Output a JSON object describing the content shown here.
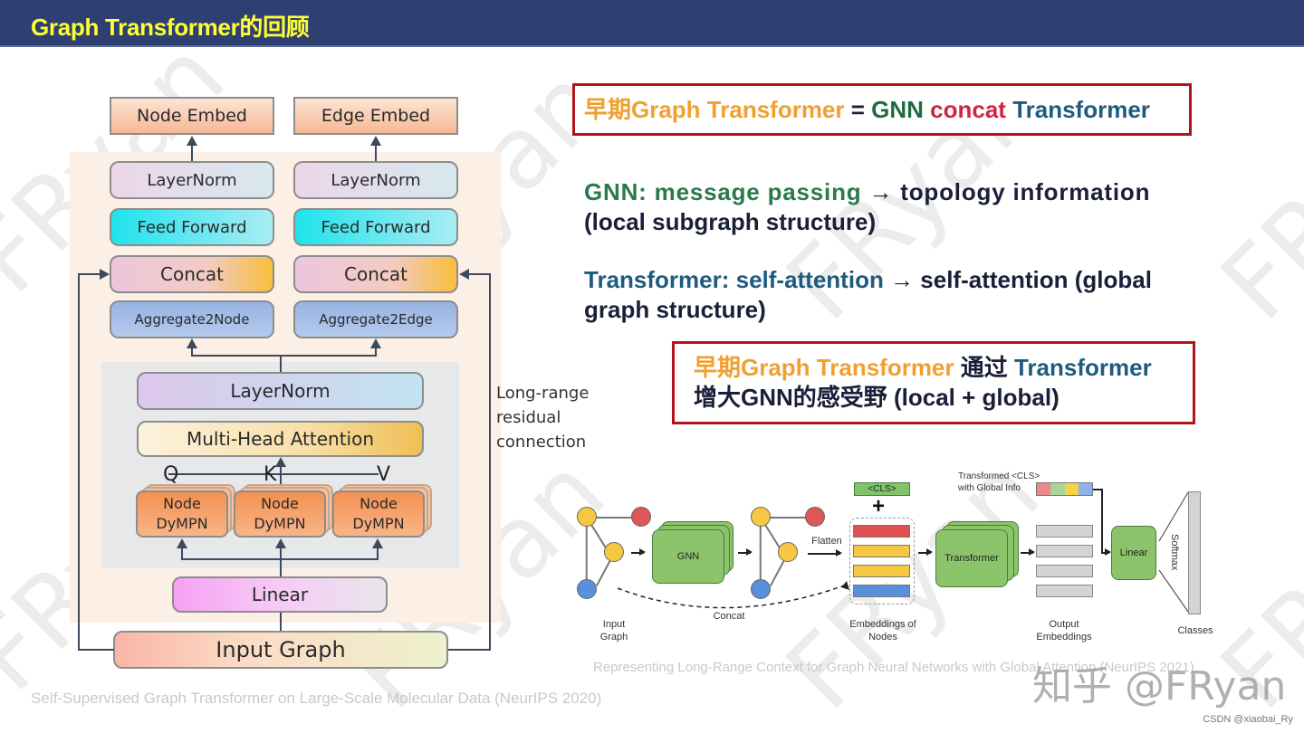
{
  "header": {
    "title": "Graph Transformer的回顾",
    "bg_color": "#2e3f72",
    "title_color": "#ffff33"
  },
  "left_diagram": {
    "node_embed": "Node Embed",
    "edge_embed": "Edge Embed",
    "node_branch": {
      "layernorm": "LayerNorm",
      "feed_forward": "Feed Forward",
      "concat": "Concat",
      "aggregate": "Aggregate2Node"
    },
    "edge_branch": {
      "layernorm": "LayerNorm",
      "feed_forward": "Feed Forward",
      "concat": "Concat",
      "aggregate": "Aggregate2Edge"
    },
    "shared": {
      "layernorm": "LayerNorm",
      "mha": "Multi-Head Attention"
    },
    "qkv": [
      "Q",
      "K",
      "V"
    ],
    "dympn": [
      {
        "line1": "Node",
        "line2": "DyMPN"
      },
      {
        "line1": "Node",
        "line2": "DyMPN"
      },
      {
        "line1": "Node",
        "line2": "DyMPN"
      }
    ],
    "linear": "Linear",
    "input_graph": "Input Graph",
    "residual_label": [
      "Long-range",
      "residual",
      "connection"
    ],
    "citation": "Self-Supervised Graph Transformer on Large-Scale Molecular Data (NeurIPS 2020)"
  },
  "right_text": {
    "formula": {
      "part1": "早期Graph Transformer",
      "eq": " = ",
      "gnn": "GNN",
      "concat": " concat ",
      "transformer": "Transformer"
    },
    "gnn_line": {
      "label": "GNN: message passing",
      "arrow": " → ",
      "rest1": "topology information",
      "rest2": "(local subgraph structure)"
    },
    "transformer_line": {
      "label": "Transformer: self-attention",
      "arrow": " → ",
      "rest1": "self-attention (global",
      "rest2": "graph structure)"
    },
    "summary": {
      "part1": "早期Graph Transformer",
      "part2": " 通过 ",
      "part3": "Transformer",
      "line2": "增大GNN的感受野   (local + global)"
    }
  },
  "right_diagram": {
    "gnn": "GNN",
    "flatten": "Flatten",
    "cls": "<CLS>",
    "plus": "+",
    "concat": "Concat",
    "transformer": "Transformer",
    "transformed_cls": [
      "Transformed <CLS>",
      "with Global Info"
    ],
    "linear": "Linear",
    "softmax": "Softmax",
    "labels": {
      "input_graph": [
        "Input",
        "Graph"
      ],
      "embeddings": [
        "Embeddings of",
        "Nodes"
      ],
      "output": [
        "Output",
        "Embeddings"
      ],
      "classes": "Classes"
    },
    "citation": "Representing Long-Range Context for Graph Neural Networks with Global Attention (NeurIPS 2021)"
  },
  "watermarks": {
    "text": "FRyan",
    "zhihu": "知乎 @FRyan",
    "csdn": "CSDN @xiaobai_Ry"
  }
}
